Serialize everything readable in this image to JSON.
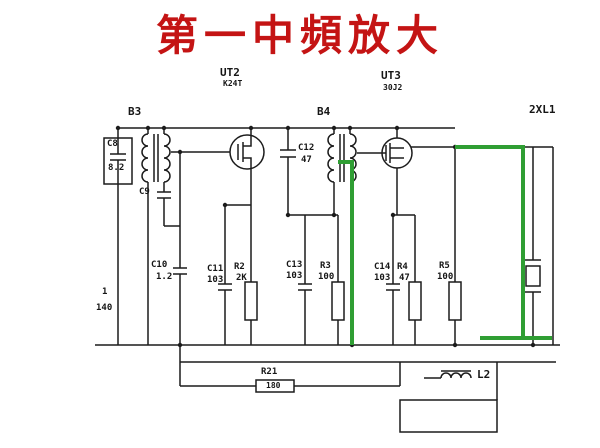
{
  "title": {
    "text": "第一中頻放大"
  },
  "colors": {
    "title": "#c41414",
    "highlight": "#2f9e33",
    "ink": "#1c1c1c"
  },
  "transistors": {
    "ut2": {
      "name": "UT2",
      "part": "K24T"
    },
    "ut3": {
      "name": "UT3",
      "part": "30J2"
    }
  },
  "transformers": {
    "b3": "B3",
    "b4": "B4"
  },
  "crystal": {
    "label": "2XL1"
  },
  "components": {
    "c8": {
      "name": "C8",
      "value": "8.2"
    },
    "c9": {
      "name": "C9"
    },
    "c10": {
      "name": "C10",
      "value": "1.2"
    },
    "c11": {
      "name": "C11",
      "value": "103"
    },
    "c12": {
      "name": "C12",
      "value": "47"
    },
    "c13": {
      "name": "C13",
      "value": "103"
    },
    "c14": {
      "name": "C14",
      "value": "103"
    },
    "r2": {
      "name": "R2",
      "value": "2K"
    },
    "r3": {
      "name": "R3",
      "value": "100"
    },
    "r4": {
      "name": "R4",
      "value": "47"
    },
    "r5": {
      "name": "R5",
      "value": "100"
    },
    "r21": {
      "name": "R21",
      "value": "180"
    },
    "l2": {
      "name": "L2"
    }
  },
  "edge_labels": {
    "a": "1",
    "b": "140"
  }
}
